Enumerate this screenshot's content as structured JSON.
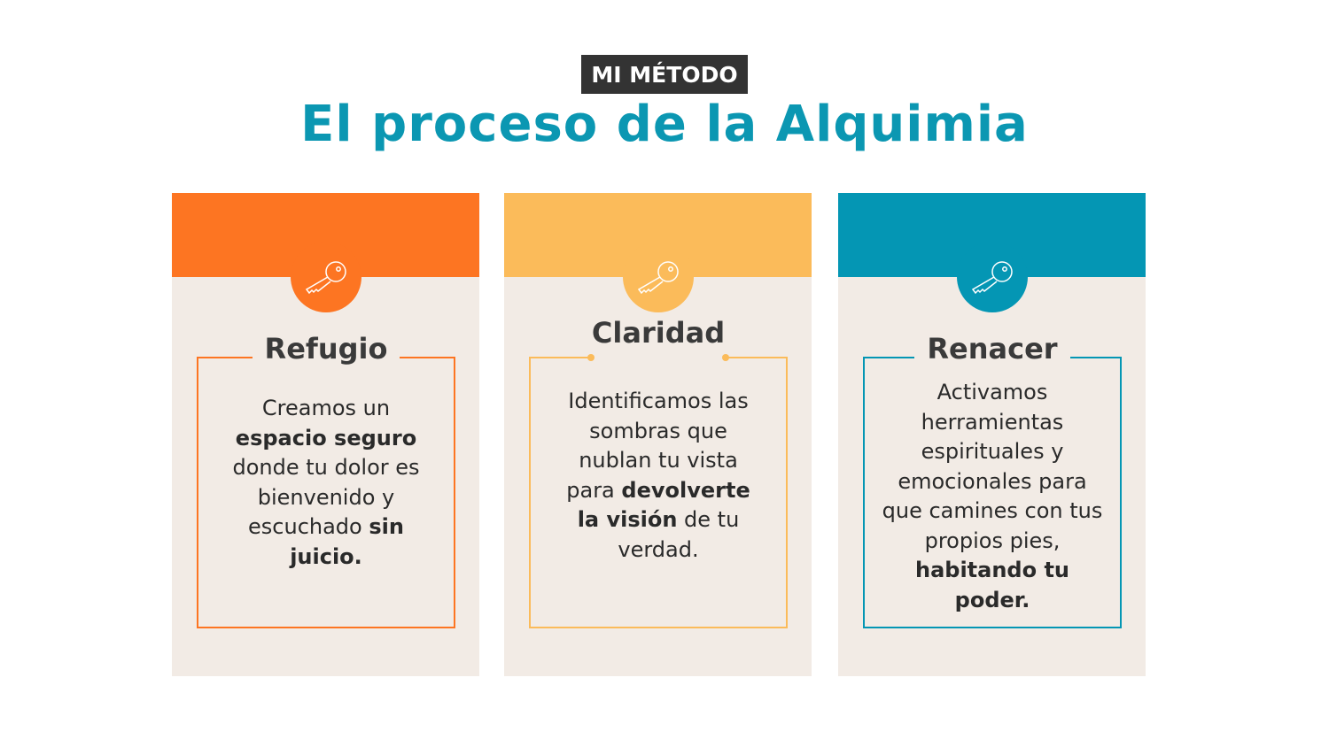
{
  "badge": "MI MÉTODO",
  "title": "El proceso de la Alquimia",
  "colors": {
    "orange": "#fd7522",
    "yellow": "#fbbb5a",
    "teal": "#0496b4",
    "card_bg": "#f2ebe5"
  },
  "cards": [
    {
      "icon": "key-icon",
      "title": "Refugio",
      "segments": [
        {
          "t": "Creamos un ",
          "b": false
        },
        {
          "t": "espacio seguro",
          "b": true
        },
        {
          "t": " donde tu dolor es bienvenido y escuchado ",
          "b": false
        },
        {
          "t": "sin juicio.",
          "b": true
        }
      ]
    },
    {
      "icon": "key-icon",
      "title": "Claridad",
      "segments": [
        {
          "t": "Identificamos las sombras que nublan tu vista para ",
          "b": false
        },
        {
          "t": "devolverte la visión",
          "b": true
        },
        {
          "t": " de tu verdad.",
          "b": false
        }
      ]
    },
    {
      "icon": "key-icon",
      "title": "Renacer",
      "segments": [
        {
          "t": "Activamos herramientas espirituales y emocionales para que camines con tus propios pies, ",
          "b": false
        },
        {
          "t": "habitando tu poder.",
          "b": true
        }
      ]
    }
  ]
}
